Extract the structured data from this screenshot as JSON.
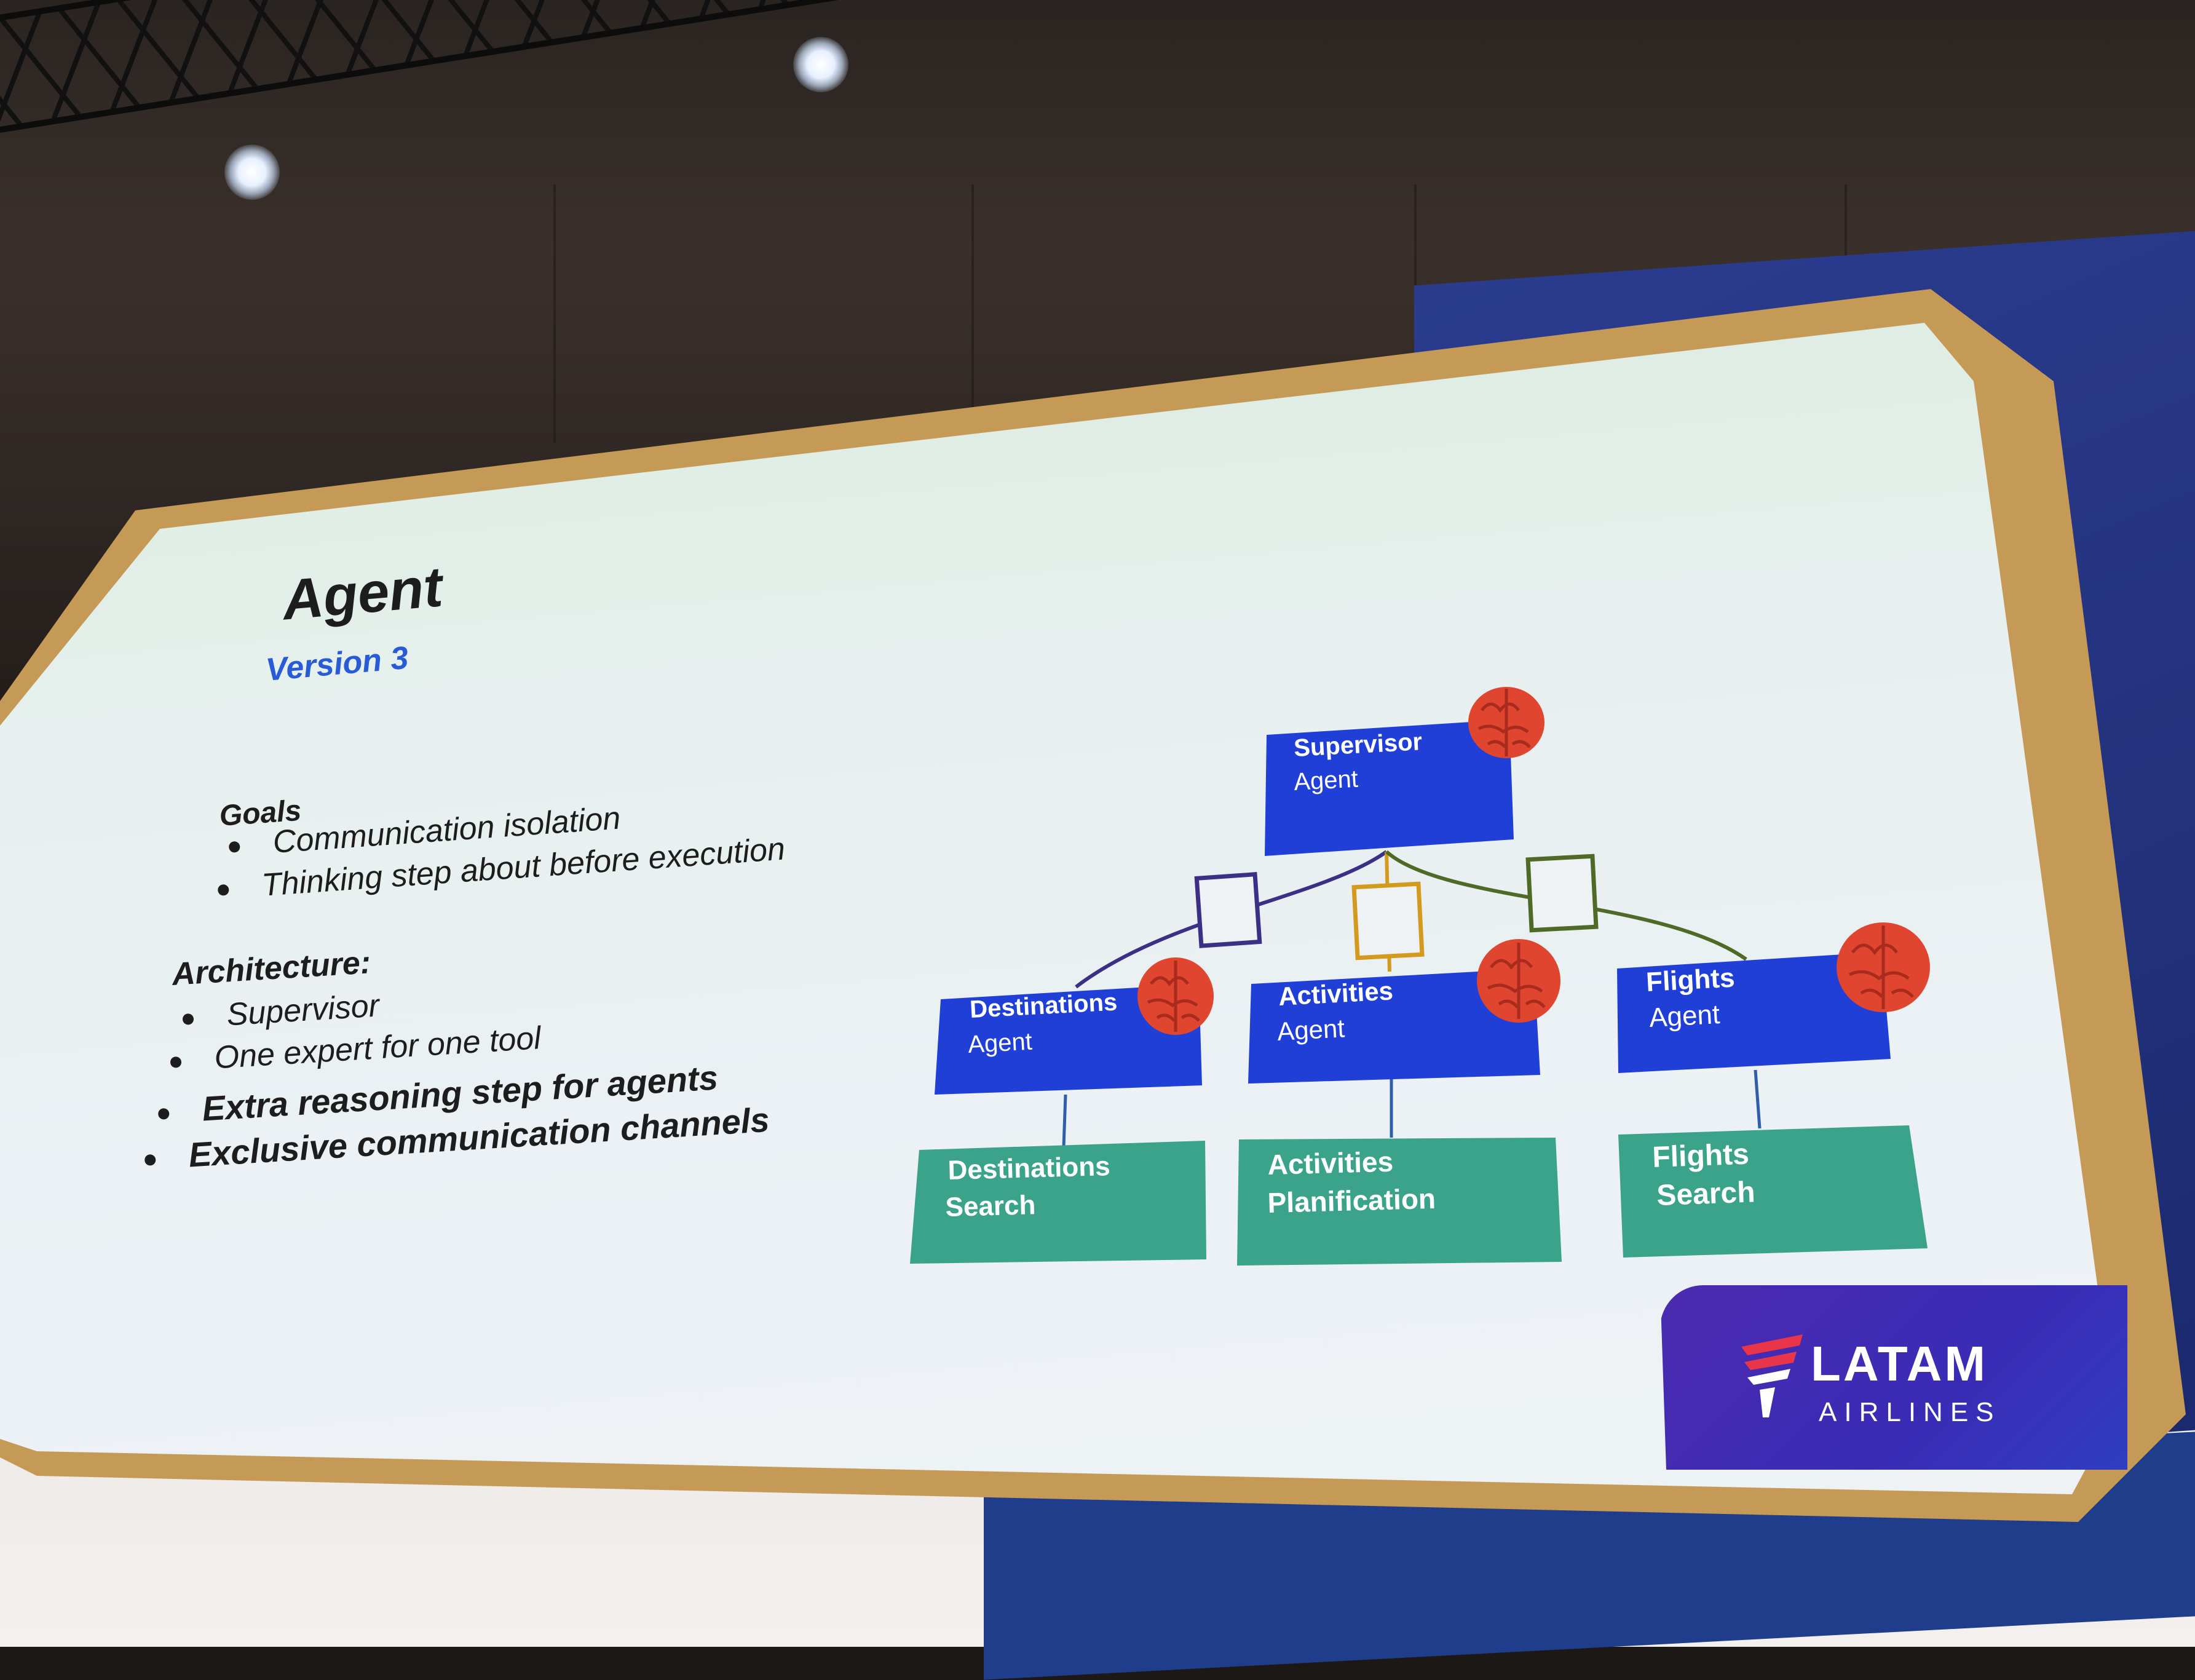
{
  "slide": {
    "title": "Agent",
    "subtitle": "Version 3",
    "goals_heading": "Goals",
    "goals": [
      "Communication isolation",
      "Thinking step about before execution"
    ],
    "architecture_heading": "Architecture:",
    "architecture": [
      {
        "text": "Supervisor",
        "bold": false
      },
      {
        "text": "One expert for one tool",
        "bold": false
      },
      {
        "text": "Extra reasoning step for agents",
        "bold": true
      },
      {
        "text": "Exclusive communication channels",
        "bold": true
      }
    ]
  },
  "diagram": {
    "supervisor": {
      "line1": "Supervisor",
      "line2": "Agent"
    },
    "agents": [
      {
        "line1": "Destinations",
        "line2": "Agent"
      },
      {
        "line1": "Activities",
        "line2": "Agent"
      },
      {
        "line1": "Flights",
        "line2": "Agent"
      }
    ],
    "tools": [
      {
        "line1": "Destinations",
        "line2": "Search"
      },
      {
        "line1": "Activities",
        "line2": "Planification"
      },
      {
        "line1": "Flights",
        "line2": "Search"
      }
    ],
    "colors": {
      "agent_box": "#1f3fd6",
      "tool_box": "#3aa389",
      "brain": "#e0462f",
      "channel_purple": "#3b2f86",
      "channel_orange": "#d39a1d",
      "channel_olive": "#4e6a26"
    }
  },
  "logo": {
    "line1": "LATAM",
    "line2": "AIRLINES"
  }
}
